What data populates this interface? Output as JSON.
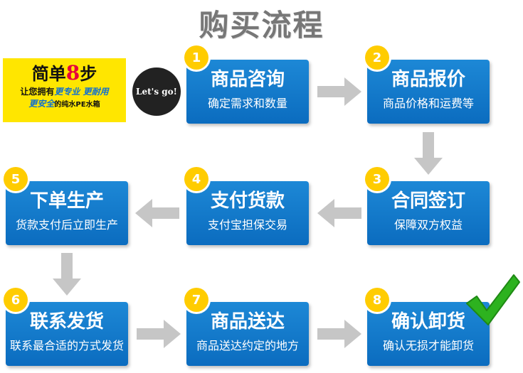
{
  "title": "购买流程",
  "promo": {
    "head_prefix": "简单",
    "head_number": "8",
    "head_suffix": "步",
    "line1_prefix": "让您拥有",
    "line1_hl1": "更专业",
    "line1_hl2": "更耐用",
    "line2_hl": "更安全",
    "line2_suffix": "的纯水PE水箱"
  },
  "lets_go": "Let's go!",
  "steps": [
    {
      "number": "1",
      "title": "商品咨询",
      "subtitle": "确定需求和数量"
    },
    {
      "number": "2",
      "title": "商品报价",
      "subtitle": "商品价格和运费等"
    },
    {
      "number": "3",
      "title": "合同签订",
      "subtitle": "保障双方权益"
    },
    {
      "number": "4",
      "title": "支付货款",
      "subtitle": "支付宝担保交易"
    },
    {
      "number": "5",
      "title": "下单生产",
      "subtitle": "货款支付后立即生产"
    },
    {
      "number": "6",
      "title": "联系发货",
      "subtitle": "联系最合适的方式发货"
    },
    {
      "number": "7",
      "title": "商品送达",
      "subtitle": "商品送达约定的地方"
    },
    {
      "number": "8",
      "title": "确认卸货",
      "subtitle": "确认无损才能卸货"
    }
  ],
  "colors": {
    "box": "#1479cc",
    "badge": "#ffcc00",
    "arrow": "#c6c6c6",
    "promo_bg": "#ffe600",
    "check": "#2db21f"
  }
}
